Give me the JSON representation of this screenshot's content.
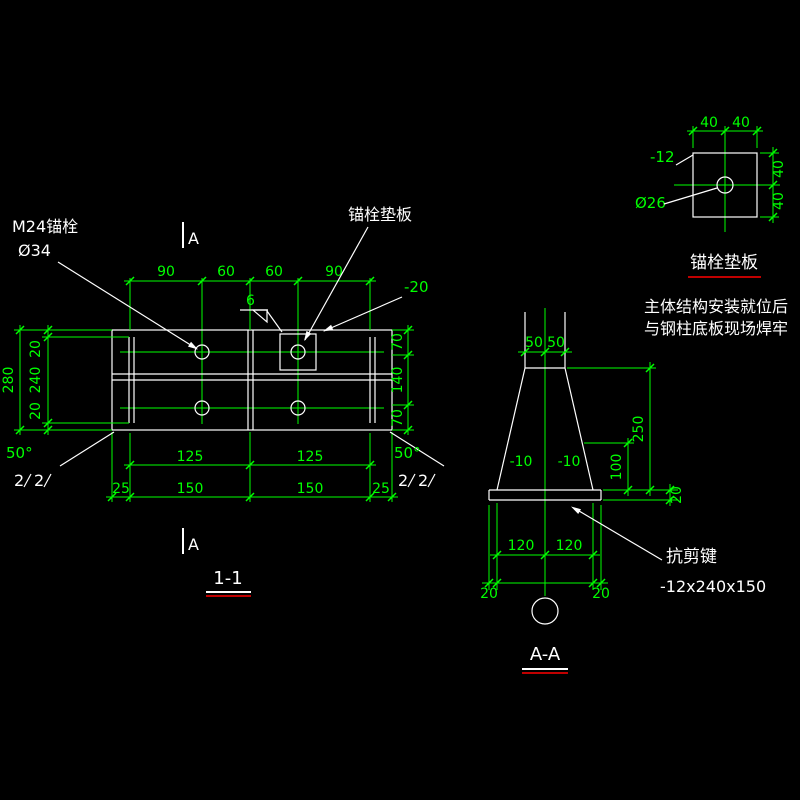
{
  "colors": {
    "background": "#000000",
    "geometry": "#ffffff",
    "dimension": "#00ff00",
    "accent": "#ff0000"
  },
  "plan": {
    "title": "1-1",
    "section_marker": "A",
    "label_anchor_bolt": "M24锚栓",
    "label_anchor_dia": "Ø34",
    "label_backing_plate": "锚栓垫板",
    "label_plate_thickness": "-20",
    "weld_size": "6",
    "bevel_angle": "50°",
    "weld_gap": [
      "2",
      "2"
    ],
    "dim_top": [
      "90",
      "60",
      "60",
      "90"
    ],
    "dim_left": [
      "20",
      "240",
      "20"
    ],
    "dim_left_total": "280",
    "dim_right": [
      "70",
      "140",
      "70"
    ],
    "dim_bottom_inner": [
      "125",
      "125"
    ],
    "dim_bottom_outer": [
      "25",
      "150",
      "150",
      "25"
    ]
  },
  "detail": {
    "title": "锚栓垫板",
    "dim_top": [
      "40",
      "40"
    ],
    "dim_right": [
      "40",
      "40"
    ],
    "label_thickness": "-12",
    "label_hole": "Ø26",
    "note_line1": "主体结构安装就位后",
    "note_line2": "与钢柱底板现场焊牢"
  },
  "section": {
    "title": "A-A",
    "dim_top": [
      "50",
      "50"
    ],
    "label_plate_left": "-10",
    "label_plate_right": "-10",
    "dim_right": [
      "250",
      "100",
      "20"
    ],
    "dim_bottom_inner": [
      "120",
      "120"
    ],
    "dim_bottom_outer": [
      "20",
      "20"
    ],
    "label_shear_key": "抗剪键",
    "label_shear_key_size": "-12x240x150"
  }
}
